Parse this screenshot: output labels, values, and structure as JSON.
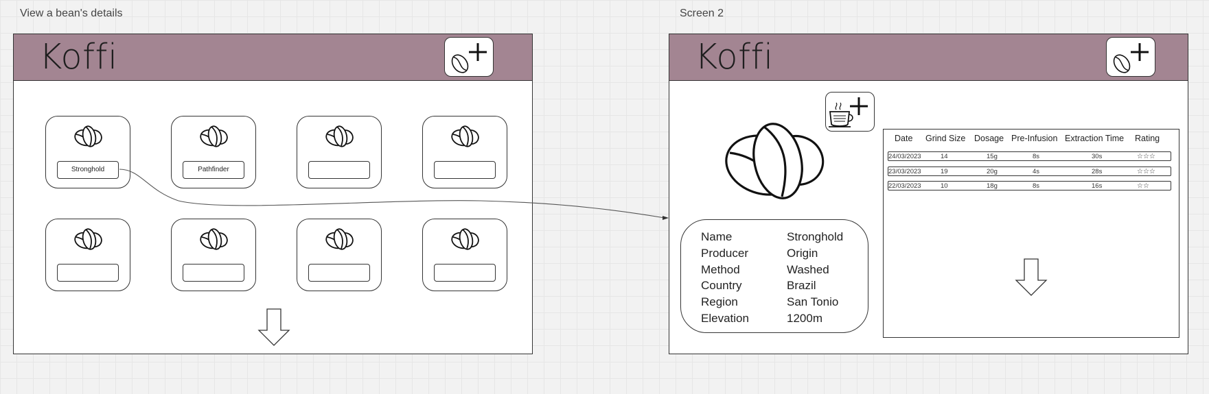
{
  "frames": [
    {
      "label": "View a bean's details"
    },
    {
      "label": "Screen 2"
    }
  ],
  "app": {
    "title": "Koffi"
  },
  "bean_list": {
    "cards": [
      {
        "name": "Stronghold"
      },
      {
        "name": "Pathfinder"
      },
      {
        "name": ""
      },
      {
        "name": ""
      },
      {
        "name": ""
      },
      {
        "name": ""
      },
      {
        "name": ""
      },
      {
        "name": ""
      }
    ]
  },
  "bean_detail": {
    "fields": [
      {
        "label": "Name",
        "value": "Stronghold"
      },
      {
        "label": "Producer",
        "value": "Origin"
      },
      {
        "label": "Method",
        "value": "Washed"
      },
      {
        "label": "Country",
        "value": "Brazil"
      },
      {
        "label": "Region",
        "value": "San Tonio"
      },
      {
        "label": "Elevation",
        "value": "1200m"
      }
    ],
    "brew_table": {
      "columns": [
        "Date",
        "Grind Size",
        "Dosage",
        "Pre-Infusion",
        "Extraction Time",
        "Rating"
      ],
      "rows": [
        [
          "24/03/2023",
          "14",
          "15g",
          "8s",
          "30s",
          "☆☆☆"
        ],
        [
          "23/03/2023",
          "19",
          "20g",
          "4s",
          "28s",
          "☆☆☆"
        ],
        [
          "22/03/2023",
          "10",
          "18g",
          "8s",
          "16s",
          "☆☆"
        ]
      ]
    }
  },
  "icons": {
    "add_bean": "add-bean-icon",
    "add_brew": "add-brew-icon",
    "bean": "coffee-bean-icon",
    "scroll": "down-arrow-icon"
  },
  "colors": {
    "header": "#a38592",
    "canvas": "#f2f2f2"
  }
}
